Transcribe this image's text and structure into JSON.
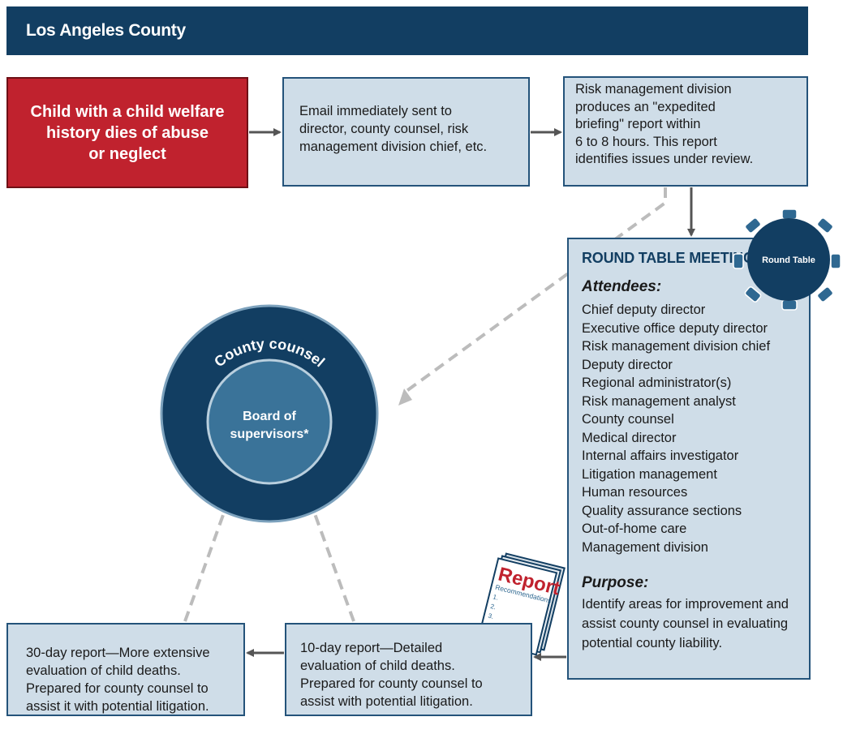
{
  "header": {
    "title": "Los Angeles County"
  },
  "boxes": {
    "death": "Child with a child welfare\nhistory dies of abuse\nor neglect",
    "email": "Email immediately sent to\ndirector, county counsel, risk\nmanagement division chief, etc.",
    "risk": "Risk management division\nproduces an \"expedited\nbriefing\" report within\n6 to 8 hours. This report\nidentifies issues under review.",
    "ten_day": "10-day report—Detailed\nevaluation of child deaths.\nPrepared for county counsel to\nassist with potential litigation.",
    "thirty_day": "30-day report—More extensive\nevaluation of child deaths.\nPrepared for county counsel to\nassist it with potential litigation."
  },
  "round_table": {
    "title": "ROUND TABLE MEETING",
    "icon_label": "Round Table",
    "attendees_label": "Attendees:",
    "attendees": [
      "Chief deputy director",
      "Executive office deputy director",
      "Risk management division chief",
      "Deputy director",
      "Regional administrator(s)",
      "Risk management analyst",
      "County counsel",
      "Medical director",
      "Internal affairs investigator",
      "Litigation management",
      "Human resources",
      "Quality assurance sections",
      "Out-of-home care",
      "Management division"
    ],
    "purpose_label": "Purpose:",
    "purpose": "Identify areas for improvement and\nassist county counsel in evaluating\npotential county liability."
  },
  "circle": {
    "outer_label": "County counsel",
    "inner_label_1": "Board of",
    "inner_label_2": "supervisors*"
  },
  "report_icon": {
    "title": "Report",
    "subtitle": "Recommendations",
    "items": [
      "1.",
      "2.",
      "3."
    ]
  },
  "colors": {
    "navy": "#123e62",
    "red": "#c0222e",
    "box_fill": "#cfdde8",
    "inner_circle": "#3a7399",
    "arrow_gray": "#555555",
    "dashed_gray": "#bbbbbb"
  }
}
